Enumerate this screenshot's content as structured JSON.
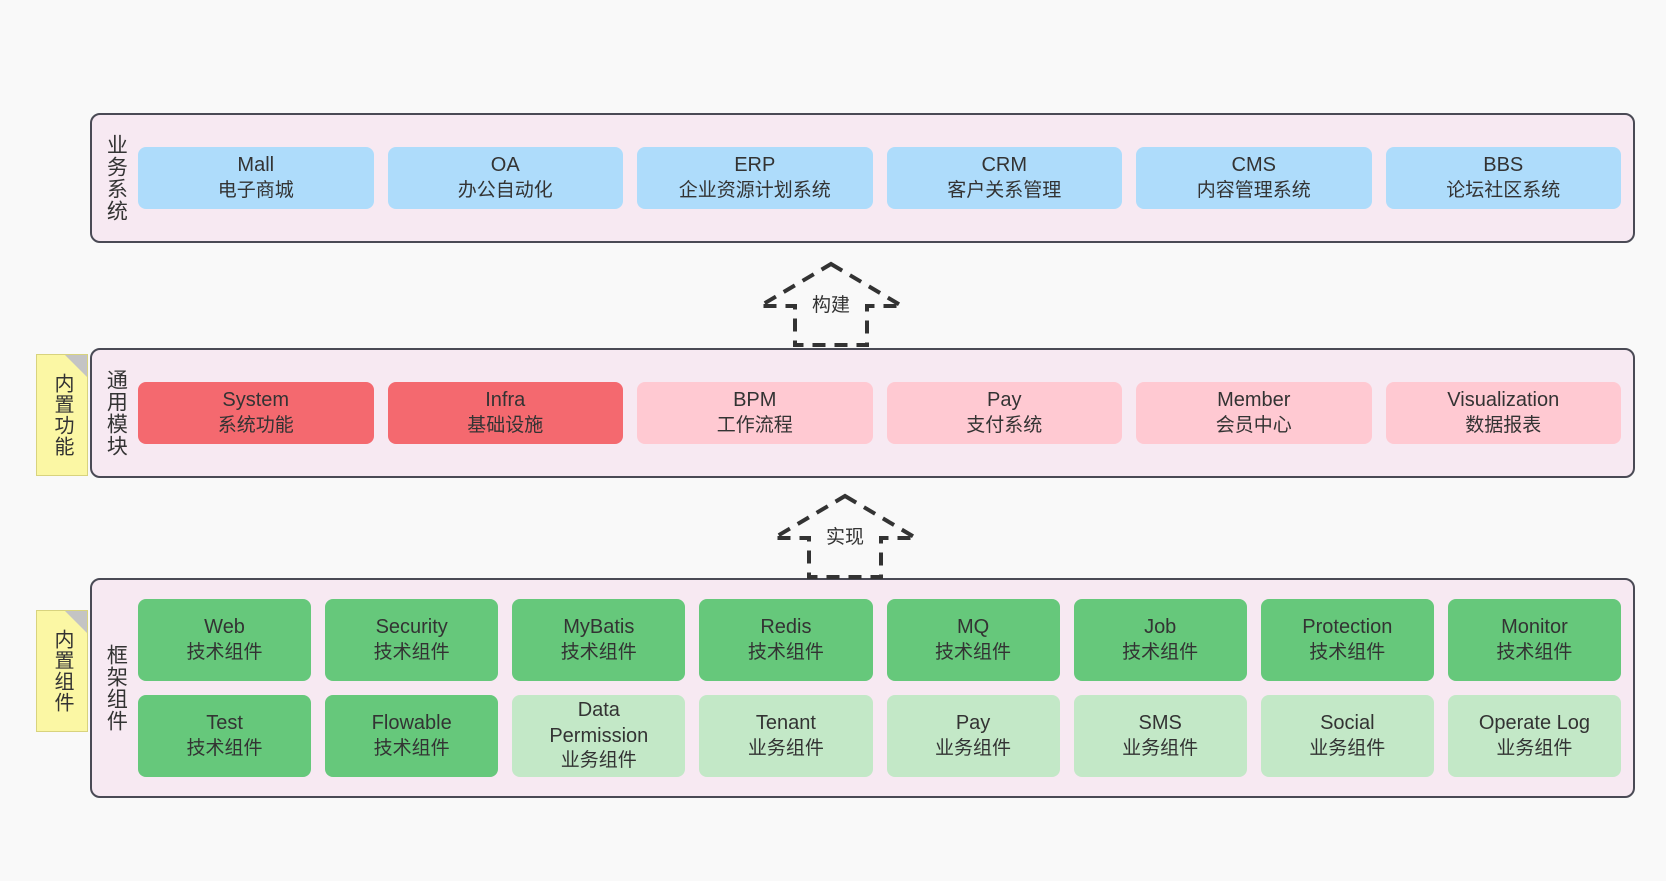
{
  "diagram": {
    "title_present": false,
    "background": "#f9f9f9",
    "colors": {
      "container_fill": "#f7e9f2",
      "container_border": "#4a4a55",
      "business_card": "#aedcfb",
      "module_core_card": "#f4696f",
      "module_card": "#ffc9d2",
      "tech_component_card": "#66c87b",
      "biz_component_card": "#c3e8c7",
      "note_fill": "#fbf7a4",
      "note_fold": "#c4c4c4",
      "text": "#333333"
    }
  },
  "layers": [
    {
      "key": "business",
      "title": "业务系统",
      "note": null,
      "rows": [
        {
          "cards": [
            {
              "en": "Mall",
              "cn": "电子商城",
              "style": "c-blue"
            },
            {
              "en": "OA",
              "cn": "办公自动化",
              "style": "c-blue"
            },
            {
              "en": "ERP",
              "cn": "企业资源计划系统",
              "style": "c-blue"
            },
            {
              "en": "CRM",
              "cn": "客户关系管理",
              "style": "c-blue"
            },
            {
              "en": "CMS",
              "cn": "内容管理系统",
              "style": "c-blue"
            },
            {
              "en": "BBS",
              "cn": "论坛社区系统",
              "style": "c-blue"
            }
          ]
        }
      ]
    },
    {
      "key": "modules",
      "title": "通用模块",
      "note": "内置功能",
      "rows": [
        {
          "cards": [
            {
              "en": "System",
              "cn": "系统功能",
              "style": "c-red"
            },
            {
              "en": "Infra",
              "cn": "基础设施",
              "style": "c-red"
            },
            {
              "en": "BPM",
              "cn": "工作流程",
              "style": "c-pink"
            },
            {
              "en": "Pay",
              "cn": "支付系统",
              "style": "c-pink"
            },
            {
              "en": "Member",
              "cn": "会员中心",
              "style": "c-pink"
            },
            {
              "en": "Visualization",
              "cn": "数据报表",
              "style": "c-pink"
            }
          ]
        }
      ]
    },
    {
      "key": "framework",
      "title": "框架组件",
      "note": "内置组件",
      "rows": [
        {
          "cards": [
            {
              "en": "Web",
              "cn": "技术组件",
              "style": "c-green"
            },
            {
              "en": "Security",
              "cn": "技术组件",
              "style": "c-green"
            },
            {
              "en": "MyBatis",
              "cn": "技术组件",
              "style": "c-green"
            },
            {
              "en": "Redis",
              "cn": "技术组件",
              "style": "c-green"
            },
            {
              "en": "MQ",
              "cn": "技术组件",
              "style": "c-green"
            },
            {
              "en": "Job",
              "cn": "技术组件",
              "style": "c-green"
            },
            {
              "en": "Protection",
              "cn": "技术组件",
              "style": "c-green"
            },
            {
              "en": "Monitor",
              "cn": "技术组件",
              "style": "c-green"
            }
          ]
        },
        {
          "cards": [
            {
              "en": "Test",
              "cn": "技术组件",
              "style": "c-green"
            },
            {
              "en": "Flowable",
              "cn": "技术组件",
              "style": "c-green"
            },
            {
              "en": "Data Permission",
              "cn": "业务组件",
              "style": "c-lightgreen"
            },
            {
              "en": "Tenant",
              "cn": "业务组件",
              "style": "c-lightgreen"
            },
            {
              "en": "Pay",
              "cn": "业务组件",
              "style": "c-lightgreen"
            },
            {
              "en": "SMS",
              "cn": "业务组件",
              "style": "c-lightgreen"
            },
            {
              "en": "Social",
              "cn": "业务组件",
              "style": "c-lightgreen"
            },
            {
              "en": "Operate Log",
              "cn": "业务组件",
              "style": "c-lightgreen"
            }
          ]
        }
      ]
    }
  ],
  "arrows": [
    {
      "key": "build",
      "label": "构建",
      "from": "modules",
      "to": "business"
    },
    {
      "key": "implement",
      "label": "实现",
      "from": "framework",
      "to": "modules"
    }
  ]
}
